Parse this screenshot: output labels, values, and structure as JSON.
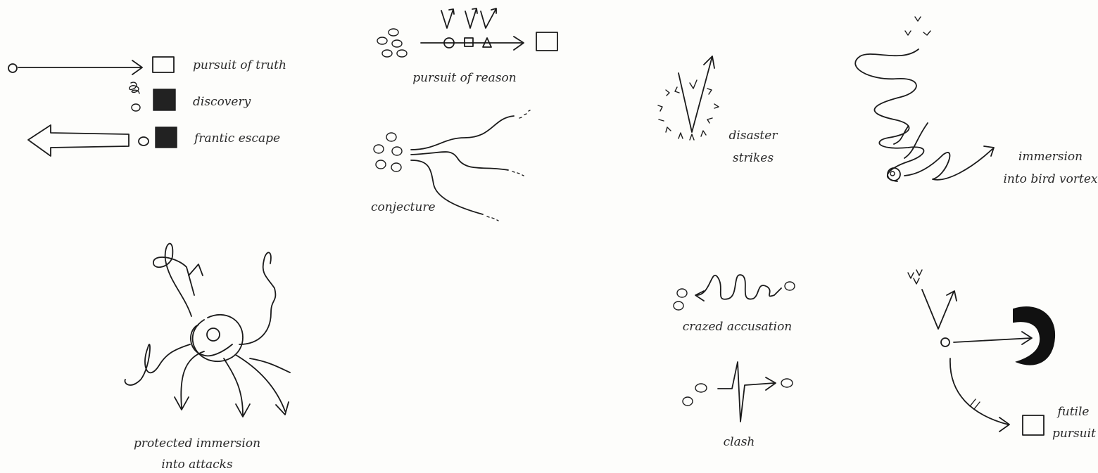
{
  "labels": {
    "pursuit_of_truth": "pursuit of truth",
    "discovery": "discovery",
    "frantic_escape": "frantic escape",
    "pursuit_of_reason": "pursuit of reason",
    "conjecture": "conjecture",
    "disaster_line1": "disaster",
    "disaster_line2": "strikes",
    "immersion_line1": "immersion",
    "immersion_line2": "into bird vortex",
    "protected_line1": "protected immersion",
    "protected_line2": "into attacks",
    "crazed_accusation": "crazed accusation",
    "clash": "clash",
    "futile_line1": "futile",
    "futile_line2": "pursuit"
  }
}
